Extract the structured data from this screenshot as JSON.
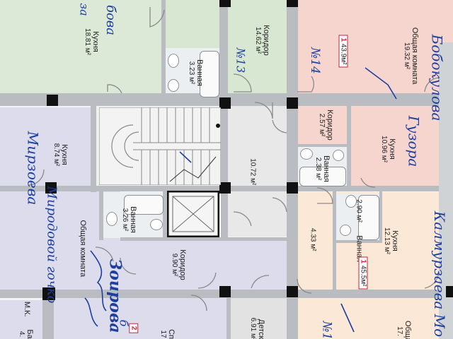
{
  "plan": {
    "rooms": [
      {
        "id": "kitchen-top-left",
        "name": "Кухня",
        "area": "18.81 м²"
      },
      {
        "id": "corridor-top",
        "name": "Коридор",
        "area": "14.62 м²"
      },
      {
        "id": "bath-top",
        "name": "Ванная",
        "area": "3.23 м²"
      },
      {
        "id": "living-top-right",
        "name": "Общая комната",
        "area": "19.32 м²"
      },
      {
        "id": "kitchen-left",
        "name": "Кухня",
        "area": "8.74 м²"
      },
      {
        "id": "corridor-small-right",
        "name": "Коридор",
        "area": "2.57 м²"
      },
      {
        "id": "kitchen-right",
        "name": "Кухня",
        "area": "10.96 м²"
      },
      {
        "id": "bath-right",
        "name": "Ванная",
        "area": "2.38 м²"
      },
      {
        "id": "hall",
        "name": "",
        "area": "10.72 м²"
      },
      {
        "id": "bath-mid",
        "name": "Ванная",
        "area": "3.26 м²"
      },
      {
        "id": "bath-right-lower",
        "name": "Ванная",
        "area": "2.90 м²"
      },
      {
        "id": "corridor-right-lower",
        "name": "",
        "area": "4.33 м²"
      },
      {
        "id": "kitchen-right-lower",
        "name": "Кухня",
        "area": "12.13 м²"
      },
      {
        "id": "living-left",
        "name": "Общая комната",
        "area": ""
      },
      {
        "id": "corridor-mid",
        "name": "Коридор",
        "area": "9.90 м²"
      },
      {
        "id": "bedroom-bottom-left",
        "name": "Сп",
        "area": "17"
      },
      {
        "id": "children-bottom",
        "name": "Детск",
        "area": "6.91 м²"
      },
      {
        "id": "living-bottom-right",
        "name": "Обща",
        "area": "17."
      }
    ],
    "mk_label": "М.К.",
    "balcony": {
      "name": "Ба",
      "area": "4."
    },
    "apartments": [
      {
        "id": "apt-top-right",
        "number": "1",
        "area": "43.9м²"
      },
      {
        "id": "apt-right-lower",
        "number": "1",
        "area": "45.5м²"
      },
      {
        "id": "apt-bottom-left",
        "number": "2",
        "area": ""
      }
    ],
    "handwriting": {
      "top_left_1": "бова",
      "top_left_2": "за",
      "top_mid": "№13",
      "top_right_1": "№14",
      "top_right_2": "Бобокулова",
      "top_right_3": "Гузора",
      "left_mid": "Мирзоева",
      "left_mid_2": "Миродовой гочко",
      "left_low": "Зоирова",
      "right_low": "Калмурзаева Мо",
      "bottom_right": "№1",
      "bottom_mid": "б"
    }
  }
}
